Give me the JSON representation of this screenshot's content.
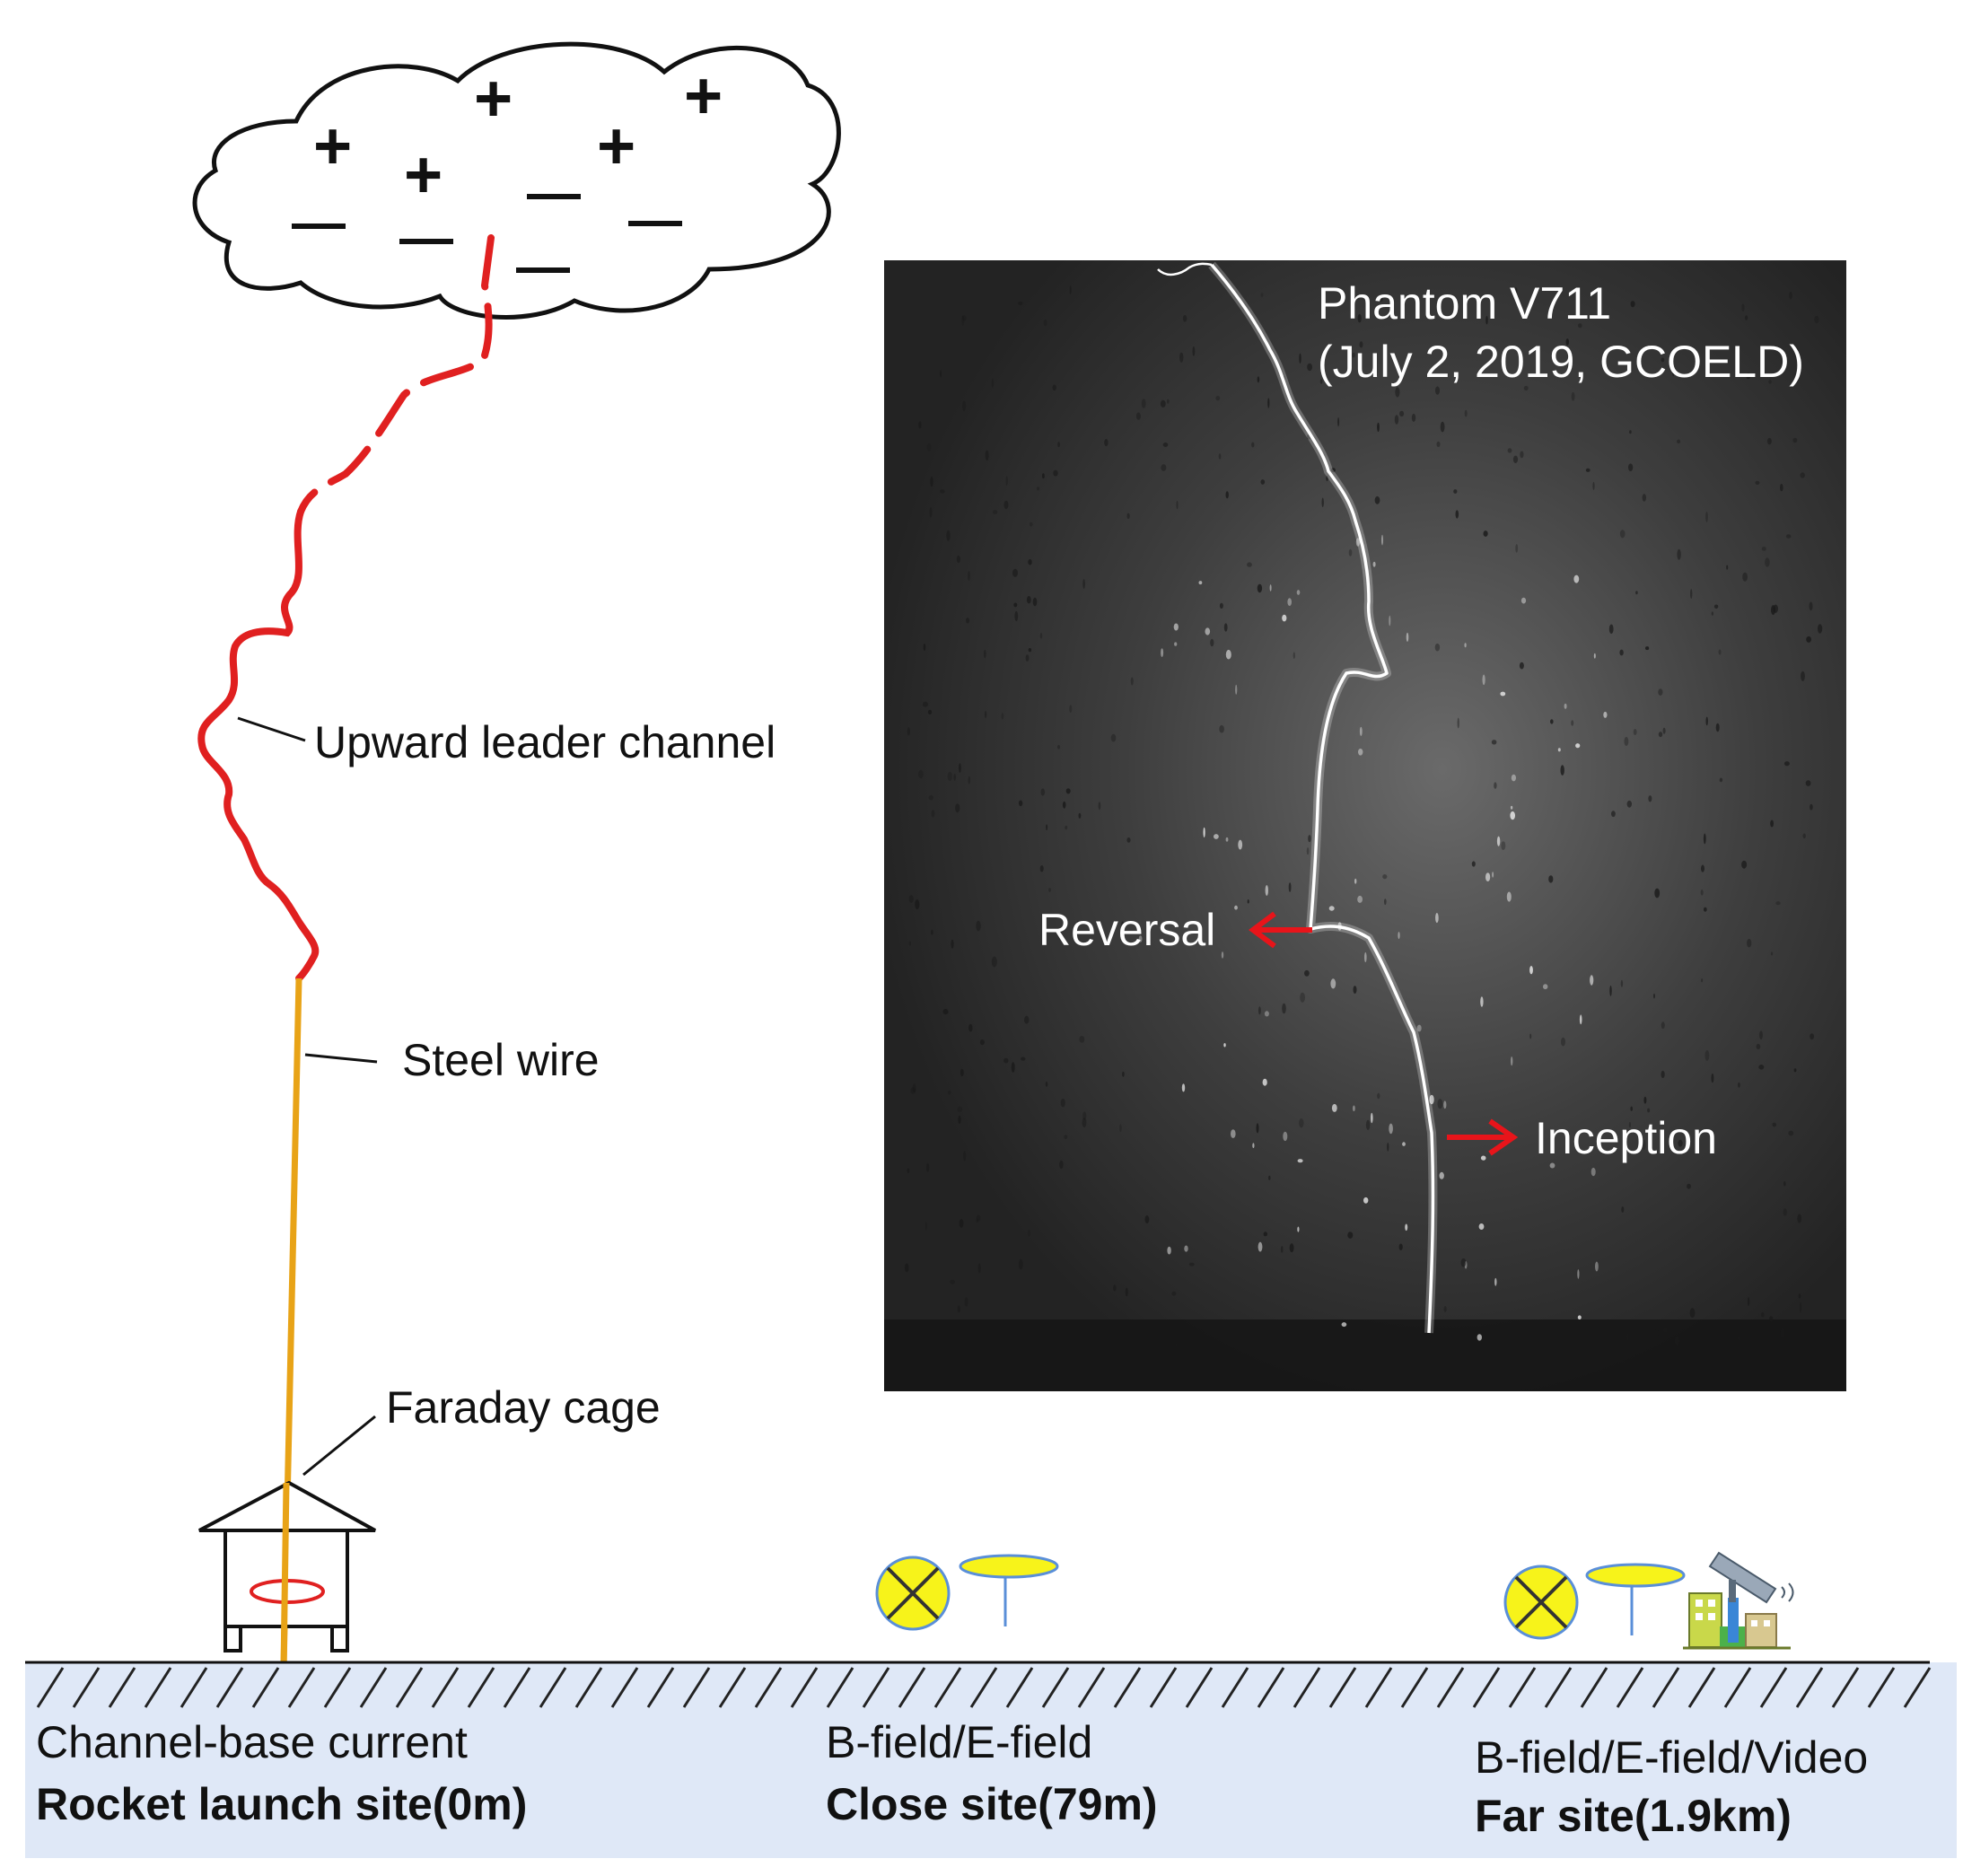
{
  "cloud": {
    "plus_signs": [
      "+",
      "+",
      "+",
      "+",
      "+",
      "+"
    ],
    "minus_signs": [
      "—",
      "—",
      "—",
      "—",
      "—"
    ]
  },
  "labels": {
    "upward_leader": "Upward leader channel",
    "steel_wire": "Steel wire",
    "faraday_cage": "Faraday cage"
  },
  "photo": {
    "camera": "Phantom V711",
    "caption": "(July 2, 2019, GCOELD)",
    "reversal": "Reversal",
    "inception": "Inception"
  },
  "sites": [
    {
      "measurement": "Channel-base current",
      "name": "Rocket launch site(0m)"
    },
    {
      "measurement": "B-field/E-field",
      "name": "Close site(79m)"
    },
    {
      "measurement": "B-field/E-field/Video",
      "name": "Far site(1.9km)"
    }
  ],
  "colors": {
    "leader": "#e02020",
    "steel_wire": "#e8a317",
    "ground_fill": "#dfe8f7",
    "sensor_fill": "#f7f31a",
    "arrow": "#e8141a",
    "photo_bg": "#2a2a2a"
  }
}
